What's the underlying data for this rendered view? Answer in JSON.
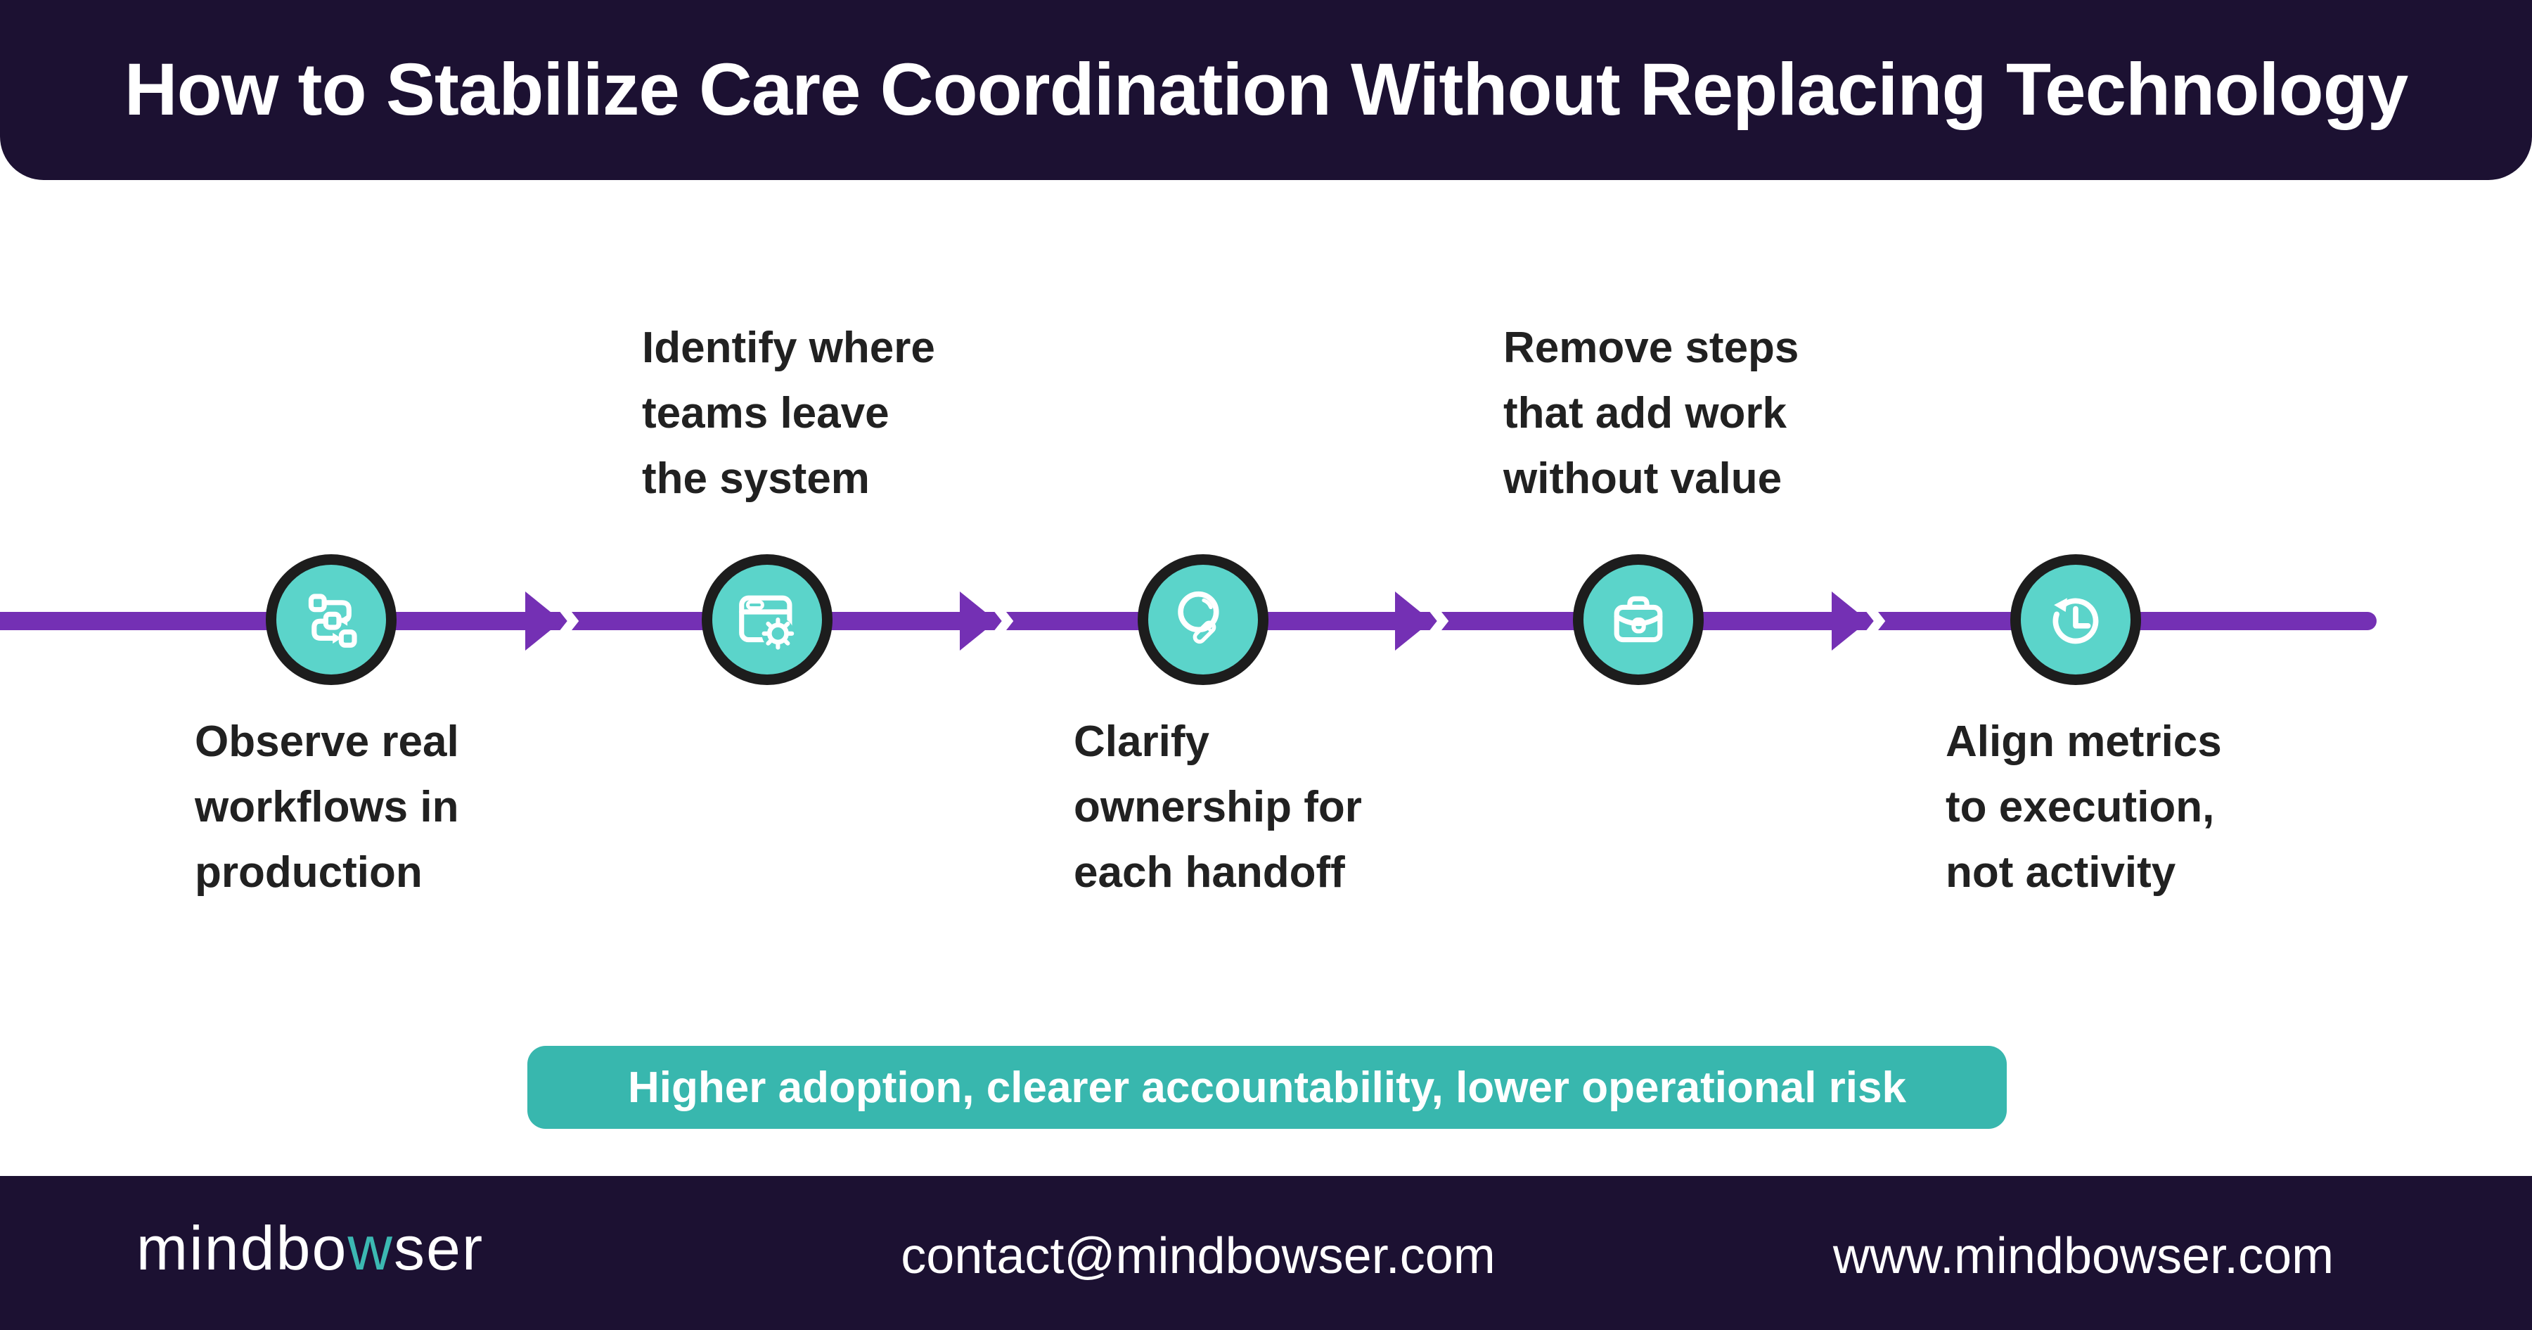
{
  "header": {
    "title": "How to Stabilize Care Coordination Without Replacing Technology"
  },
  "steps": [
    {
      "icon": "workflow-icon",
      "label_position": "below",
      "lines": [
        "Observe real",
        "workflows in",
        "production"
      ]
    },
    {
      "icon": "browser-gear-icon",
      "label_position": "above",
      "lines": [
        "Identify where",
        "teams leave",
        "the system"
      ]
    },
    {
      "icon": "magnifier-icon",
      "label_position": "below",
      "lines": [
        "Clarify",
        "ownership for",
        "each handoff"
      ]
    },
    {
      "icon": "briefcase-icon",
      "label_position": "above",
      "lines": [
        "Remove steps",
        "that add work",
        "without value"
      ]
    },
    {
      "icon": "clock-history-icon",
      "label_position": "below",
      "lines": [
        "Align metrics",
        "to execution,",
        "not activity"
      ]
    }
  ],
  "banner": {
    "text": "Higher adoption, clearer accountability, lower operational risk"
  },
  "footer": {
    "logo": {
      "part1": "mindbo",
      "accent": "w",
      "part2": "ser"
    },
    "email": "contact@mindbowser.com",
    "website": "www.mindbowser.com"
  },
  "colors": {
    "dark_banner": "#1c1132",
    "timeline_purple": "#7430b4",
    "circle_teal": "#5bd4ca",
    "banner_teal": "#38b7ae",
    "circle_ring": "#1d1d1d",
    "label_text": "#212121",
    "logo_accent_teal": "#3cb8b2"
  }
}
